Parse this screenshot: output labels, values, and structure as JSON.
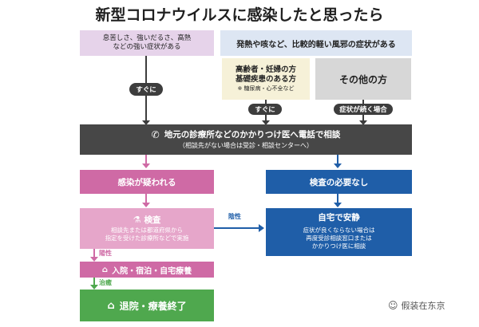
{
  "title": "新型コロナウイルスに感染したと思ったら",
  "top_left": {
    "line1": "息苦しさ、強いだるさ、高熱",
    "line2": "などの強い症状がある"
  },
  "top_right": "発熱や咳など、比較的軽い風邪の症状がある",
  "elderly": {
    "line1": "高齢者・妊婦の方",
    "line2": "基礎疾患のある方",
    "note": "※ 糖尿病・心不全など"
  },
  "others": "その他の方",
  "pill_immediately_left": "すぐに",
  "pill_immediately_mid": "すぐに",
  "pill_continue": "症状が続く場合",
  "consult": {
    "main": "地元の診療所などのかかりつけ医へ電話で相談",
    "sub": "（相談先がない場合は受診・相談センターへ）"
  },
  "suspected": "感染が疑われる",
  "no_test": "検査の必要なし",
  "test": {
    "title": "検査",
    "line1": "相談先または都道府県から",
    "line2": "指定を受けた診療所などで実施"
  },
  "negative_label": "陰性",
  "home_rest": {
    "title": "自宅で安静",
    "line1": "症状が良くならない場合は",
    "line2": "再度受診相談窓口または",
    "line3": "かかりつけ医に相談"
  },
  "positive_label": "陽性",
  "hospital": "入院・宿泊・自宅療養",
  "cured_label": "治癒",
  "discharge": "退院・療養終了",
  "watermark": "假装在东京",
  "colors": {
    "pink": "#cf6aa5",
    "navy": "#1f5ea8",
    "green": "#4fa84e",
    "dark": "#474747"
  }
}
